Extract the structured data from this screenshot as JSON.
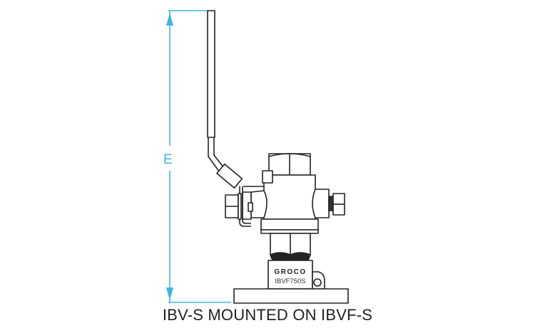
{
  "caption": "IBV-S MOUNTED ON IBVF-S",
  "dimension": {
    "label": "E",
    "color": "#3fb4e6"
  },
  "flange": {
    "brand": "GROCO",
    "model": "IBVF750S"
  },
  "colors": {
    "line": "#222222",
    "dimension": "#3fb4e6",
    "background": "#ffffff"
  }
}
